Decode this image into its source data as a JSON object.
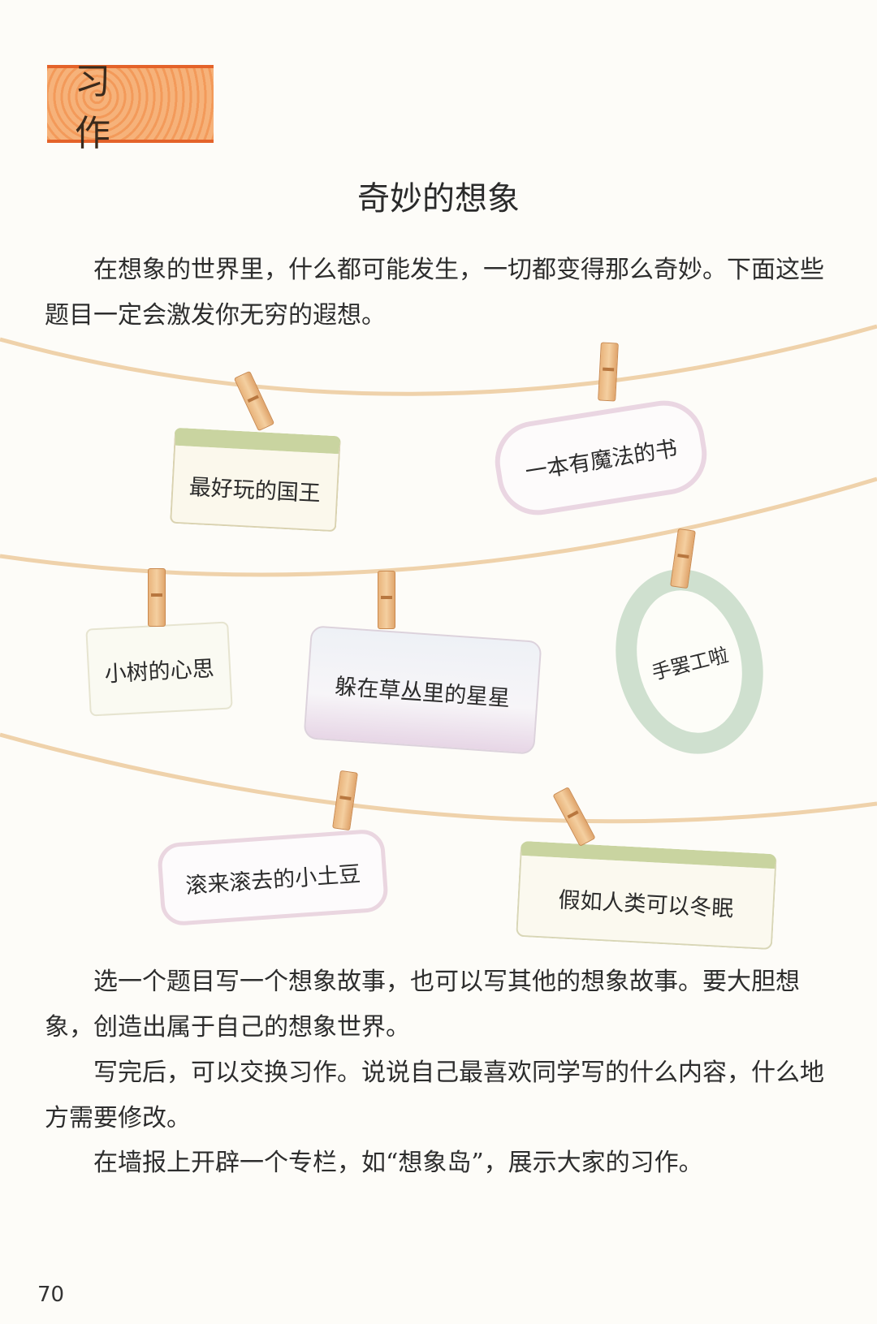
{
  "section_tag": "习 作",
  "title": "奇妙的想象",
  "intro": "在想象的世界里，什么都可能发生，一切都变得那么奇妙。下面这些题目一定会激发你无穷的遐想。",
  "cards": [
    "最好玩的国王",
    "一本有魔法的书",
    "小树的心思",
    "躲在草丛里的星星",
    "手罢工啦",
    "滚来滚去的小土豆",
    "假如人类可以冬眠"
  ],
  "paragraphs": [
    "选一个题目写一个想象故事，也可以写其他的想象故事。要大胆想象，创造出属于自己的想象世界。",
    "写完后，可以交换习作。说说自己最喜欢同学写的什么内容，什么地方需要修改。",
    "在墙报上开辟一个专栏，如“想象岛”，展示大家的习作。"
  ],
  "page_number": "70",
  "colors": {
    "tag_orange": "#f39a5a",
    "tag_border": "#e4632a",
    "string": "#efd2ab",
    "peg": "#e9b47c"
  }
}
